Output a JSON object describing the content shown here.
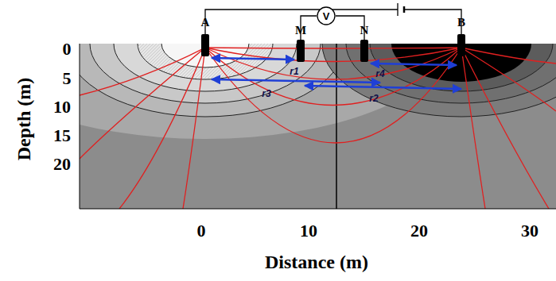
{
  "diagram": {
    "nodes": [
      {
        "text": [
          "V"
        ]
      }
    ],
    "labels": [
      "A",
      "M",
      "N",
      "B",
      "r1",
      "r4",
      "r3",
      "r2",
      "0",
      "5",
      "10",
      "15",
      "20",
      "Depth (m)",
      "0",
      "10",
      "20",
      "30",
      "Distance (m)"
    ]
  }
}
